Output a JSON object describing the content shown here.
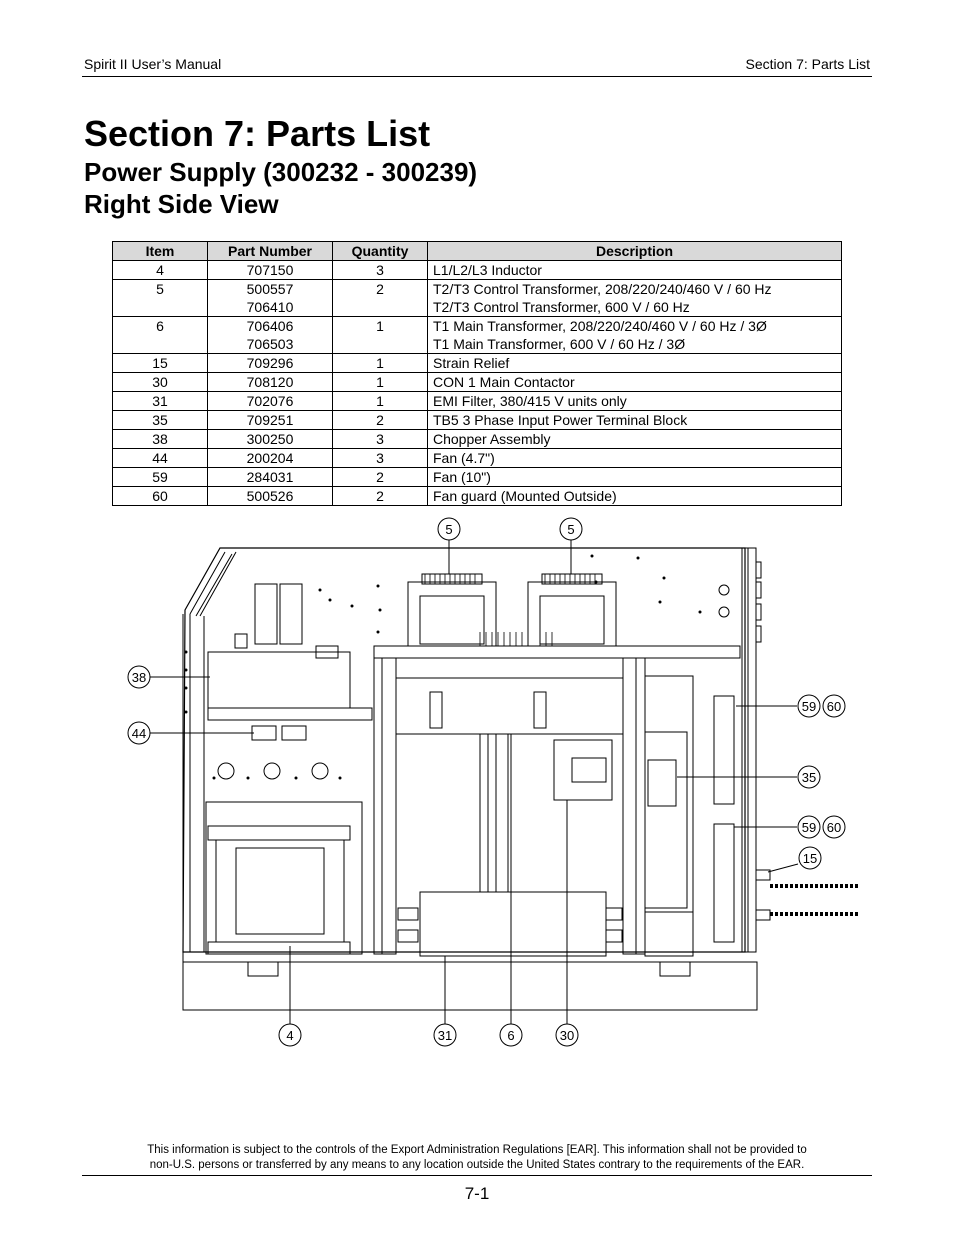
{
  "header": {
    "left": "Spirit II User’s Manual",
    "right": "Section 7: Parts List"
  },
  "title": "Section 7: Parts List",
  "subtitle_line1": "Power Supply (300232 - 300239)",
  "subtitle_line2": "Right Side View",
  "table": {
    "headers": [
      "Item",
      "Part Number",
      "Quantity",
      "Description"
    ],
    "rows": [
      {
        "item": "4",
        "part_numbers": [
          "707150"
        ],
        "quantity": "3",
        "descriptions": [
          "L1/L2/L3 Inductor"
        ]
      },
      {
        "item": "5",
        "part_numbers": [
          "500557",
          "706410"
        ],
        "quantity": "2",
        "descriptions": [
          "T2/T3 Control Transformer, 208/220/240/460 V / 60 Hz",
          "T2/T3 Control Transformer, 600 V / 60 Hz"
        ]
      },
      {
        "item": "6",
        "part_numbers": [
          "706406",
          "706503"
        ],
        "quantity": "1",
        "descriptions": [
          "T1 Main Transformer, 208/220/240/460 V / 60 Hz / 3Ø",
          "T1 Main Transformer, 600 V / 60 Hz / 3Ø"
        ]
      },
      {
        "item": "15",
        "part_numbers": [
          "709296"
        ],
        "quantity": "1",
        "descriptions": [
          "Strain Relief"
        ]
      },
      {
        "item": "30",
        "part_numbers": [
          "708120"
        ],
        "quantity": "1",
        "descriptions": [
          "CON 1 Main Contactor"
        ]
      },
      {
        "item": "31",
        "part_numbers": [
          "702076"
        ],
        "quantity": "1",
        "descriptions": [
          "EMI Filter, 380/415 V units only"
        ]
      },
      {
        "item": "35",
        "part_numbers": [
          "709251"
        ],
        "quantity": "2",
        "descriptions": [
          "TB5 3 Phase Input Power Terminal Block"
        ]
      },
      {
        "item": "38",
        "part_numbers": [
          "300250"
        ],
        "quantity": "3",
        "descriptions": [
          "Chopper Assembly"
        ]
      },
      {
        "item": "44",
        "part_numbers": [
          "200204"
        ],
        "quantity": "3",
        "descriptions": [
          "Fan (4.7\")"
        ]
      },
      {
        "item": "59",
        "part_numbers": [
          "284031"
        ],
        "quantity": "2",
        "descriptions": [
          "Fan (10\")"
        ]
      },
      {
        "item": "60",
        "part_numbers": [
          "500526"
        ],
        "quantity": "2",
        "descriptions": [
          "Fan guard (Mounted Outside)"
        ]
      }
    ]
  },
  "diagram": {
    "callouts": {
      "top_left_5": "5",
      "top_right_5": "5",
      "c38": "38",
      "c44": "44",
      "c59a": "59",
      "c60a": "60",
      "c35": "35",
      "c59b": "59",
      "c60b": "60",
      "c15": "15",
      "c4": "4",
      "c31": "31",
      "c6": "6",
      "c30": "30"
    }
  },
  "footer": {
    "notice_line1": "This information is subject to the controls of the Export Administration Regulations [EAR].  This information shall not be provided to",
    "notice_line2": "non-U.S. persons or transferred by any means to any location outside the United States contrary to the requirements of the EAR.",
    "page_number": "7-1"
  }
}
